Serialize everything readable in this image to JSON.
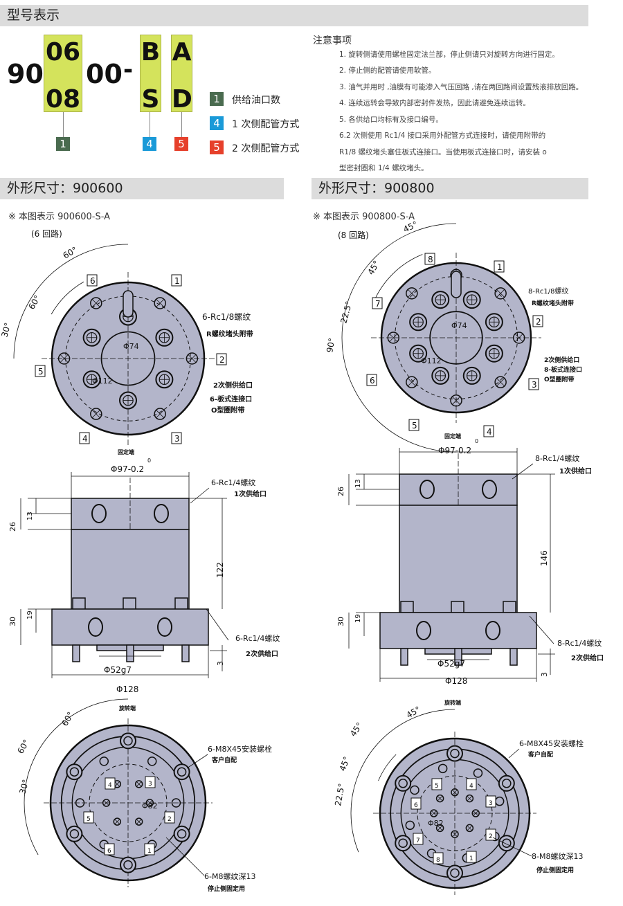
{
  "model": {
    "title": "型号表示",
    "prefix": "90",
    "opt1": [
      "06",
      "08"
    ],
    "mid": "00",
    "dash": "-",
    "opt4": [
      "B",
      "S"
    ],
    "opt5": [
      "A",
      "D"
    ],
    "tags": {
      "t1": "1",
      "t4": "4",
      "t5": "5"
    },
    "legend": [
      {
        "num": "1",
        "label": "供给油口数",
        "color": "#4a6b4f"
      },
      {
        "num": "4",
        "label": "1 次侧配管方式",
        "color": "#1a9ad8"
      },
      {
        "num": "5",
        "label": "2 次侧配管方式",
        "color": "#e6402b"
      }
    ]
  },
  "notes": {
    "title": "注意事项",
    "items": [
      "1. 旋转侧请使用螺栓固定法兰部，停止侧请只对旋转方向进行固定。",
      "2. 停止侧的配管请使用软管。",
      "3. 油气并用时 ,油膜有可能渗入气压回路 ,请在两回路间设置残液排放回路。",
      "4. 连续运转会导致内部密封件发热，因此请避免连续运转。",
      "5. 各供给口均标有及接口编号。",
      "6.2 次侧使用 Rc1/4 接口采用外配管方式连接时，请使用附带的 R1/8 螺纹堵头塞住板式连接口。当使用板式连接口时，请安装 o 型密封圈和 1/4 螺纹堵头。"
    ]
  },
  "left": {
    "title": "外形尺寸：900600",
    "note": "※ 本图表示 900600-S-A",
    "labels": [
      "(6 回路)",
      "60°",
      "60°",
      "30°",
      "1",
      "6",
      "2",
      "5",
      "4",
      "3",
      "Φ74",
      "Φ112",
      "6-Rc1/8螺纹",
      "R螺纹堵头附带",
      "2次侧供给口",
      "6-板式连接口",
      "O型圈附带",
      "固定端",
      "Φ97-0.2",
      "0",
      "6-Rc1/4螺纹",
      "1次供给口",
      "26",
      "13",
      "122",
      "30",
      "19",
      "3",
      "6-Rc1/4螺纹",
      "2次供给口",
      "Φ52g7",
      "Φ128",
      "旋转端",
      "60°",
      "60°",
      "30°",
      "Φ82",
      "6-M8X45安装螺栓",
      "客户自配",
      "6-M8螺纹深13",
      "停止侧固定用",
      "4",
      "3",
      "5",
      "2",
      "6",
      "1"
    ]
  },
  "right": {
    "title": "外形尺寸：900800",
    "note": "※ 本图表示 900800-S-A",
    "labels": [
      "(8 回路)",
      "45°",
      "45°",
      "22.5°",
      "90°",
      "8",
      "1",
      "7",
      "2",
      "6",
      "3",
      "5",
      "4",
      "Φ74",
      "Φ112",
      "8-Rc1/8螺纹",
      "R螺纹堵头附带",
      "2次侧供给口",
      "8-板式连接口",
      "O型圈附带",
      "固定端",
      "Φ97-0.2",
      "0",
      "8-Rc1/4螺纹",
      "1次供给口",
      "26",
      "13",
      "146",
      "30",
      "19",
      "3",
      "8-Rc1/4螺纹",
      "2次供给口",
      "Φ52g7",
      "Φ128",
      "旋转端",
      "45°",
      "45°",
      "45°",
      "22.5°",
      "Φ82",
      "6-M8X45安装螺栓",
      "客户自配",
      "8-M8螺纹深13",
      "停止侧固定用",
      "5",
      "4",
      "6",
      "3",
      "7",
      "2",
      "8",
      "1"
    ]
  },
  "colors": {
    "part": "#b3b5ca",
    "stroke": "#111"
  }
}
